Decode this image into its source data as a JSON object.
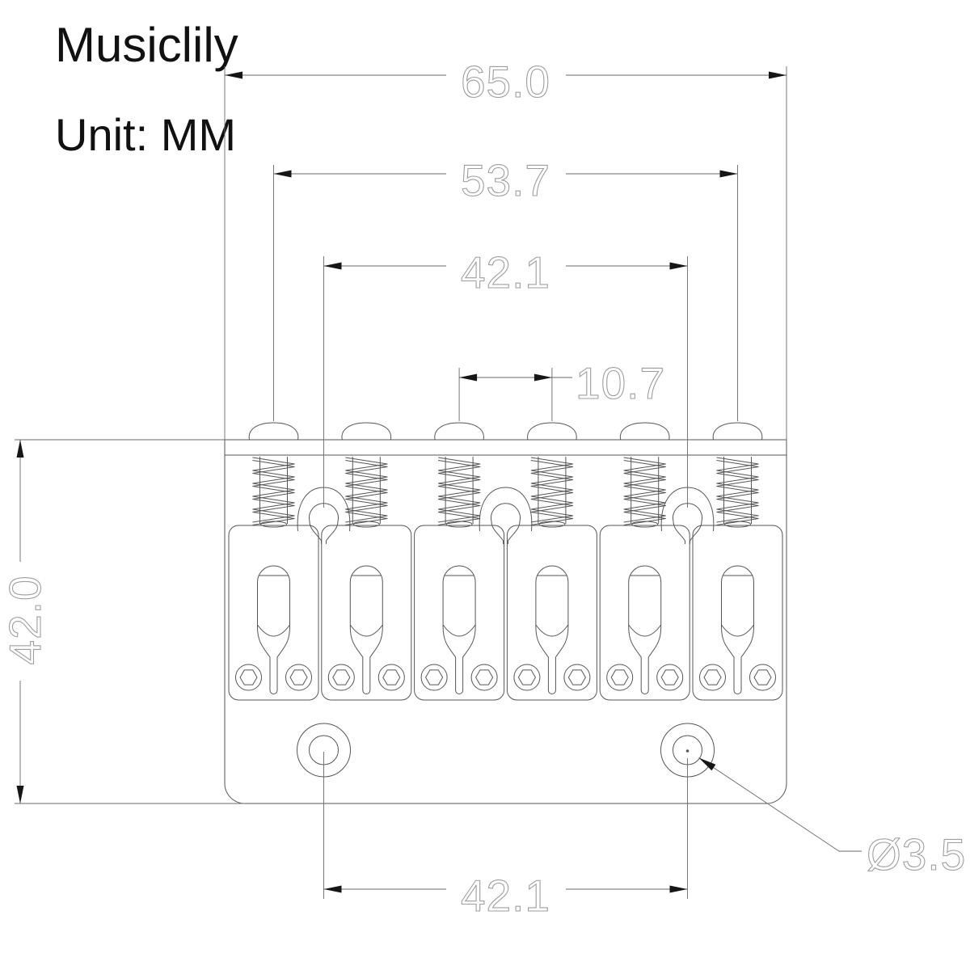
{
  "header": {
    "brand": "Musiclily",
    "unit_label": "Unit: MM"
  },
  "dimensions": {
    "overall_width_mm": "65.0",
    "outer_saddle_spread_mm": "53.7",
    "top_mount_spacing_mm": "42.1",
    "string_spacing_mm": "10.7",
    "overall_depth_mm": "42.0",
    "bottom_mount_spacing_mm": "42.1",
    "mount_hole_diameter_label": "Ø3.5"
  },
  "colors": {
    "line": "#565656",
    "dim_line": "#6a6a6a",
    "outline_text": "#9e9e9e",
    "solid_text": "#111111",
    "arrow": "#161616",
    "background": "#ffffff"
  }
}
